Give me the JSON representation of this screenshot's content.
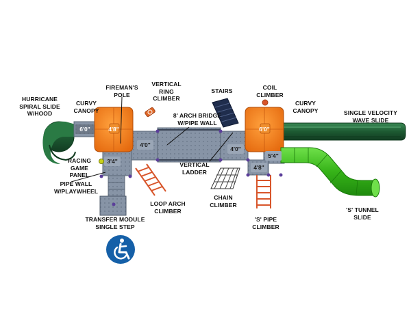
{
  "labels": {
    "hurricane_spiral_slide": "HURRICANE\nSPIRAL SLIDE\nW/HOOD",
    "curvy_canopy_left": "CURVY\nCANOPY",
    "firemans_pole": "FIREMAN'S\nPOLE",
    "vertical_ring_climber": "VERTICAL\nRING\nCLIMBER",
    "stairs": "STAIRS",
    "coil_climber": "COIL\nCLIMBER",
    "curvy_canopy_right": "CURVY\nCANOPY",
    "single_velocity_wave_slide": "SINGLE VELOCITY\nWAVE SLIDE",
    "arch_bridge": "8' ARCH BRIDGE\nW/PIPE WALL",
    "racing_game_panel": "RACING\nGAME PANEL",
    "vertical_ladder": "VERTICAL\nLADDER",
    "pipe_wall": "PIPE WALL\nW/PLAYWHEEL",
    "loop_arch_climber": "LOOP ARCH\nCLIMBER",
    "chain_climber": "CHAIN\nCLIMBER",
    "s_tunnel_slide": "'S' TUNNEL\nSLIDE",
    "s_pipe_climber": "'S' PIPE\nCLIMBER",
    "transfer_module": "TRANSFER MODULE\nSINGLE STEP"
  },
  "heights": {
    "left_slide_deck": "6'0\"",
    "left_tower": "4'8\"",
    "left_center_deck": "4'0\"",
    "left_lower_deck": "3'4\"",
    "right_tower": "6'0\"",
    "right_center_deck": "4'0\"",
    "right_slide_deck": "5'4\"",
    "right_lower_deck": "4'8\""
  },
  "colors": {
    "canopy": "#ef7a1a",
    "deck": "#8a96a6",
    "slide_green": "#3bb61c",
    "dark_green": "#1d5a32",
    "climber": "#d8552a",
    "accessibility_blue": "#1560a8"
  },
  "icons": {
    "accessibility": "wheelchair-icon"
  }
}
